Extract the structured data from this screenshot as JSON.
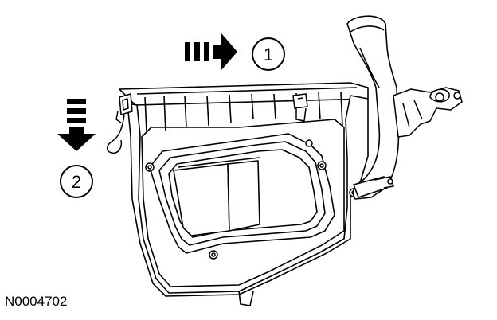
{
  "diagram": {
    "reference_code": "N0004702",
    "callouts": [
      {
        "id": "1",
        "label": "1",
        "direction": "right"
      },
      {
        "id": "2",
        "label": "2",
        "direction": "down"
      }
    ],
    "colors": {
      "line": "#000000",
      "background": "#ffffff"
    }
  }
}
